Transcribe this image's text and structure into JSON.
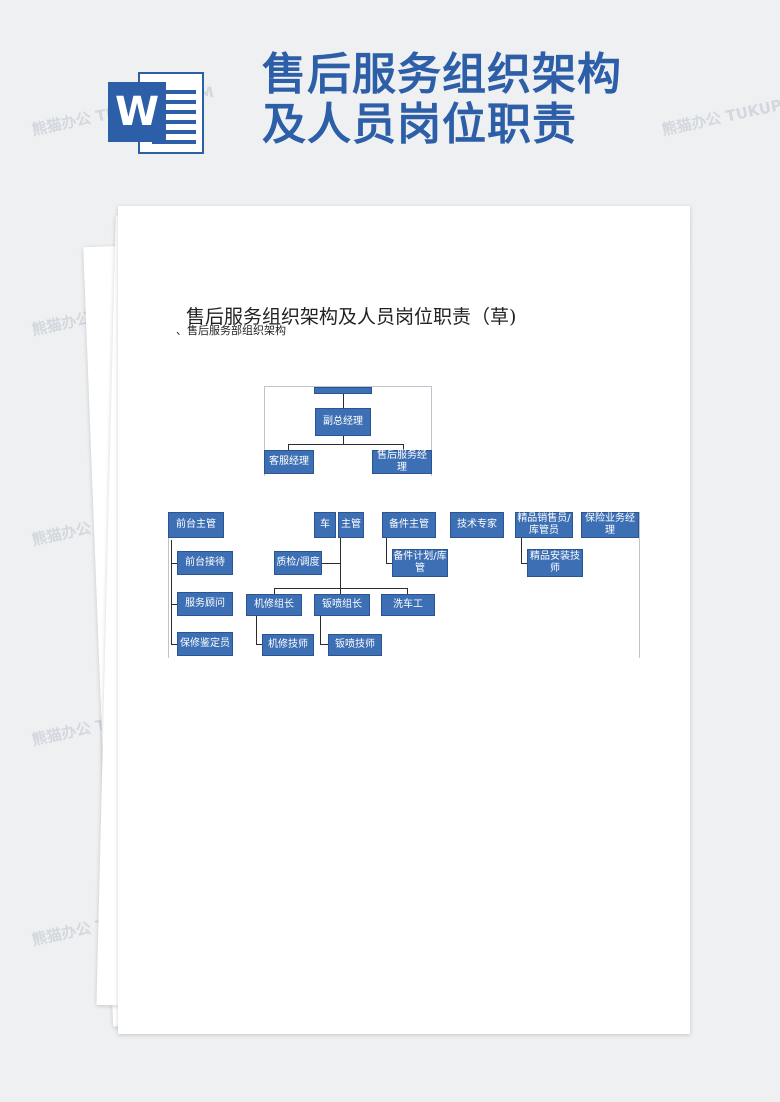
{
  "header": {
    "title_line1": "售后服务组织架构",
    "title_line2": "及人员岗位职责",
    "word_icon_letter": "W"
  },
  "document": {
    "title": "售后服务组织架构及人员岗位职责（草)",
    "subtitle": "、售后服务部组织架构"
  },
  "org_chart": {
    "top": "",
    "deputy_gm": "副总经理",
    "customer_service_manager": "客服经理",
    "after_sales_manager": "售后服务经理",
    "front_desk_supervisor": "前台主管",
    "workshop_supervisor_a": "车",
    "workshop_supervisor_b": "主管",
    "parts_supervisor": "备件主管",
    "technical_expert": "技术专家",
    "boutique_sales": "精品销售员/库管员",
    "insurance_manager": "保险业务经理",
    "reception": "前台接待",
    "service_advisor": "服务顾问",
    "warranty_appraiser": "保修鉴定员",
    "qc_dispatch": "质检/调度",
    "mechanic_leader": "机修组长",
    "bodywork_leader": "钣喷组长",
    "car_washer": "洗车工",
    "mechanic": "机修技师",
    "bodywork_tech": "钣喷技师",
    "parts_planner": "备件计划/库管",
    "boutique_installer": "精品安装技师"
  },
  "watermark": "熊猫办公 TUKUPPT.COM",
  "colors": {
    "brand_blue": "#2d5ea8",
    "box_blue": "#3d6fb4"
  }
}
